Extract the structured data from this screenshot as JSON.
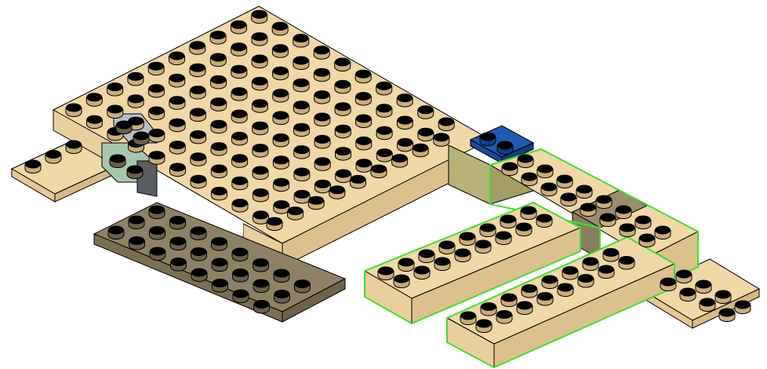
{
  "scene": {
    "description_visible_text": "",
    "colors": {
      "tan": "#F0D8A8",
      "dark_tan": "#8E8266",
      "light_bluish_gray": "#B7BEC3",
      "sand_green": "#A8C6AE",
      "dark_bluish_gray": "#5A5E60",
      "blue": "#1E5AB4",
      "olive_tan_shaded": "#B6B27A",
      "highlight_outline": "#44DD33",
      "stud_top_dark": "#000000"
    },
    "pieces": [
      {
        "name": "large-tan-plate",
        "color": "tan"
      },
      {
        "name": "tan-plate-1x3-left",
        "color": "tan"
      },
      {
        "name": "dark-tan-plate-6x4",
        "color": "dark_tan"
      },
      {
        "name": "light-bluish-gray-bracket",
        "color": "light_bluish_gray"
      },
      {
        "name": "sand-green-brick-1x2",
        "color": "sand_green"
      },
      {
        "name": "dark-bluish-gray-tile",
        "color": "dark_bluish_gray"
      },
      {
        "name": "blue-plate-1x2",
        "color": "blue"
      },
      {
        "name": "tan-brick-2x8-front",
        "color": "tan",
        "highlighted": true
      },
      {
        "name": "tan-brick-2x8-back",
        "color": "tan",
        "highlighted": true
      },
      {
        "name": "tan-plate-2x4-right",
        "color": "tan"
      }
    ]
  }
}
